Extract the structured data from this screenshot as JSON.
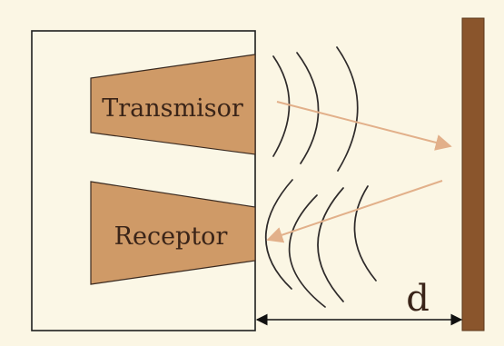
{
  "diagram": {
    "transmitter_label": "Transmisor",
    "receiver_label": "Receptor",
    "distance_label": "d"
  },
  "colors": {
    "background": "#fbf6e4",
    "device_fill": "#cf9a67",
    "reflector": "#8a552c",
    "signal_arrow": "#e2b08a",
    "wave": "#2e2a2a",
    "outline": "#1f1f1f"
  }
}
